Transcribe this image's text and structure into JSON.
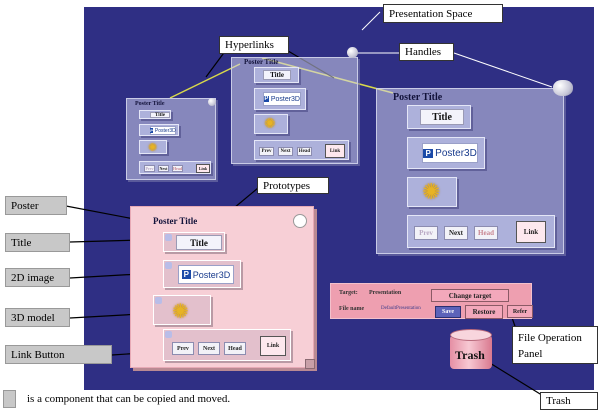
{
  "labels": {
    "presentation_space": "Presentation Space",
    "hyperlinks": "Hyperlinks",
    "handles": "Handles",
    "prototypes": "Prototypes",
    "poster": "Poster",
    "title": "Title",
    "image_2d": "2D image",
    "model_3d": "3D model",
    "link_button": "Link Button",
    "file_operation_panel_line1": "File Operation",
    "file_operation_panel_line2": "Panel",
    "trash": "Trash"
  },
  "legend": {
    "text": "is a component that can be copied and moved.",
    "swatch_color": "#c8c8c8"
  },
  "poster": {
    "title": "Poster Title",
    "title_component": "Title",
    "image_text": "Poster3D",
    "image_logo": "P",
    "buttons": [
      "Prev",
      "Next",
      "Head",
      "Link"
    ]
  },
  "file_panel": {
    "target_label": "Target:",
    "target_value": "Presentation",
    "filename_label": "File name",
    "filename_value": "DefaultPresentation",
    "change_target": "Change target",
    "save": "Save",
    "restore": "Restore",
    "refer": "Refer"
  },
  "trash_label": "Trash",
  "colors": {
    "space": "#2f2f84",
    "prototype_poster": "#f7cfd6",
    "file_panel": "#ee9fb0",
    "hyperlink": "#d9d94a"
  }
}
